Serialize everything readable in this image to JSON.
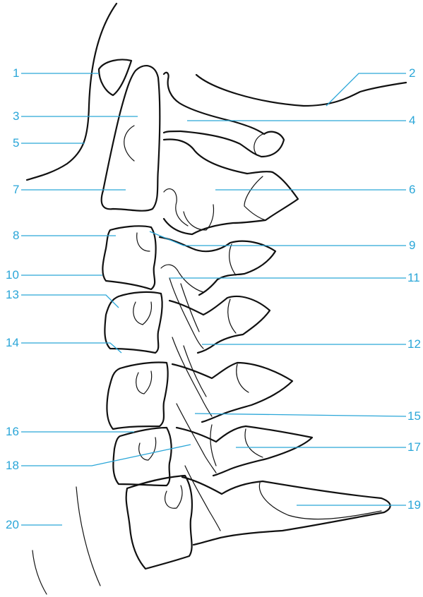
{
  "colors": {
    "label": "#2aa6d8",
    "drawing": "#111111",
    "background": "#ffffff"
  },
  "labels": {
    "l1": "1",
    "l2": "2",
    "l3": "3",
    "l4": "4",
    "l5": "5",
    "l6": "6",
    "l7": "7",
    "l8": "8",
    "l9": "9",
    "l10": "10",
    "l11": "11",
    "l12": "12",
    "l13": "13",
    "l14": "14",
    "l15": "15",
    "l16": "16",
    "l17": "17",
    "l18": "18",
    "l19": "19",
    "l20": "20"
  }
}
